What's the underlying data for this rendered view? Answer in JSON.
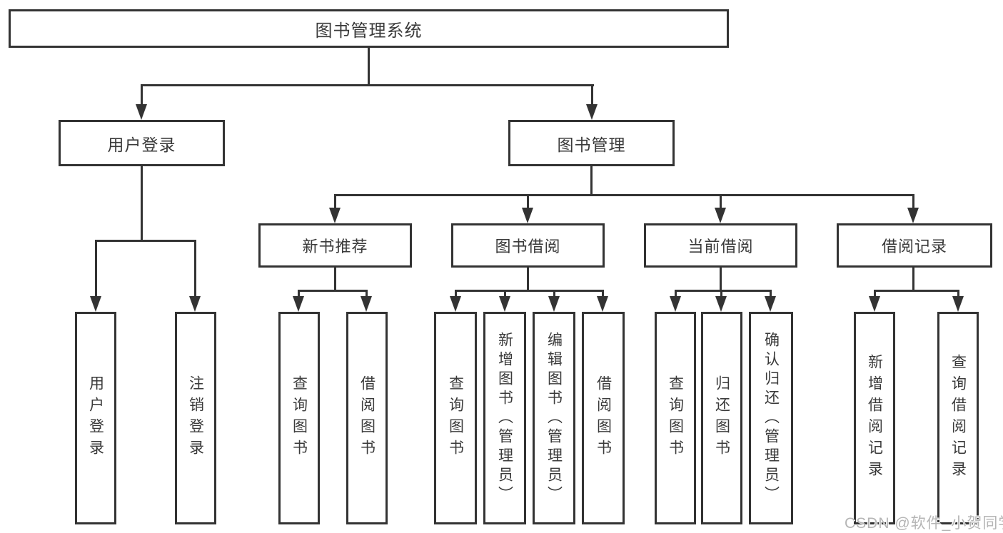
{
  "colors": {
    "background": "#ffffff",
    "line": "#333333",
    "text": "#3a3a3a",
    "box_fill": "#ffffff",
    "watermark": "#b5b5b5"
  },
  "tree": {
    "root": "图书管理系统",
    "branches": [
      {
        "label": "用户登录",
        "children": [
          "用户登录",
          "注销登录"
        ]
      },
      {
        "label": "图书管理",
        "children": [
          {
            "label": "新书推荐",
            "children": [
              "查询图书",
              "借阅图书"
            ]
          },
          {
            "label": "图书借阅",
            "children": [
              "查询图书",
              "新增图书（管理员）",
              "编辑图书（管理员）",
              "借阅图书"
            ]
          },
          {
            "label": "当前借阅",
            "children": [
              "查询图书",
              "归还图书",
              "确认归还（管理员）"
            ]
          },
          {
            "label": "借阅记录",
            "children": [
              "新增借阅记录",
              "查询借阅记录"
            ]
          }
        ]
      }
    ]
  },
  "watermark": {
    "text": "CSDN @软件_小贺同学"
  }
}
